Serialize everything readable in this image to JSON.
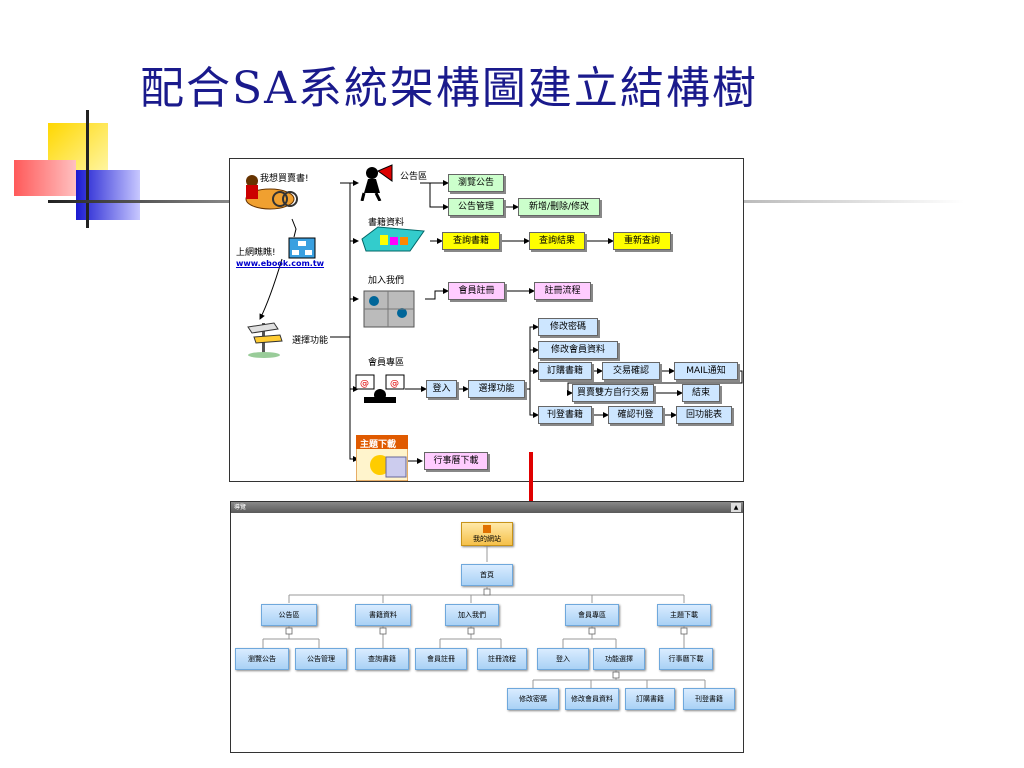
{
  "slide": {
    "title": "配合SA系統架構圖建立結構樹"
  },
  "flow": {
    "start_label": "我想買賣書!",
    "online_label": "上網瞧瞧!",
    "url": "www.ebook.com.tw",
    "choose_label": "選擇功能",
    "announce_label": "公告區",
    "books_label": "書籍資料",
    "join_label": "加入我們",
    "member_label": "會員專區",
    "download_label": "主題下載",
    "boxes": {
      "browse_notice": "瀏覽公告",
      "notice_manage": "公告管理",
      "add_delete_edit": "新增/刪除/修改",
      "search_books": "查詢書籍",
      "search_results": "查詢結果",
      "search_again": "重新查詢",
      "member_register": "會員註冊",
      "register_flow": "註冊流程",
      "change_password": "修改密碼",
      "change_member_info": "修改會員資料",
      "order_books": "訂購書籍",
      "trade_confirm": "交易確認",
      "mail_notify": "MAIL通知",
      "trade_self": "買賣雙方自行交易",
      "end": "結束",
      "login": "登入",
      "choose_function": "選擇功能",
      "post_books": "刊登書籍",
      "confirm_post": "確認刊登",
      "back_menu": "回功能表",
      "calendar_download": "行事曆下載"
    }
  },
  "tree": {
    "window_title": "導覽",
    "root": "我的網站",
    "home": "首頁",
    "level1": [
      "公告區",
      "書籍資料",
      "加入我們",
      "會員專區",
      "主題下載"
    ],
    "level2": [
      "瀏覽公告",
      "公告管理",
      "查詢書籍",
      "會員註冊",
      "註冊流程",
      "登入",
      "功能選擇",
      "行事曆下載"
    ],
    "level3": [
      "修改密碼",
      "修改會員資料",
      "訂購書籍",
      "刊登書籍"
    ]
  },
  "colors": {
    "title": "#1a1a8c",
    "arrow": "#e00000",
    "green_box": "#ccffcc",
    "yellow_box": "#ffff00",
    "pink_box": "#ffccff",
    "blue_box": "#cde6ff"
  }
}
